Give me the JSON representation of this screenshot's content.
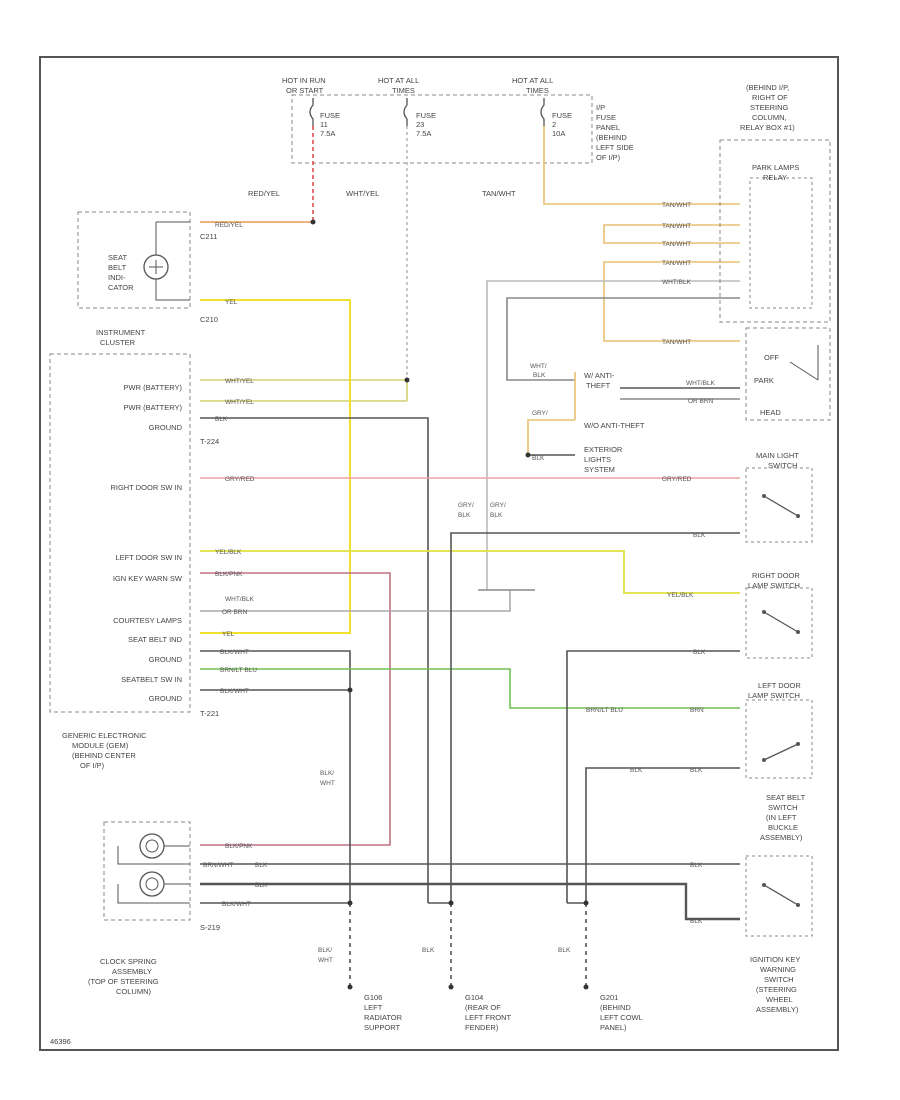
{
  "colors": {
    "frame": "#555555",
    "black": "#555555",
    "red": "#e05050",
    "orange": "#e89a50",
    "yellow": "#f0e030",
    "tan": "#e8c070",
    "pink": "#f0a0a0",
    "lightyellow": "#e0e080",
    "green": "#70c050",
    "purple": "#c07080",
    "gray": "#aaaaaa",
    "blue": "#7777cc"
  },
  "power": {
    "f1": {
      "hot": [
        "HOT IN RUN",
        "OR START"
      ],
      "fuse": [
        "FUSE",
        "11",
        "7.5A"
      ]
    },
    "f2": {
      "hot": [
        "HOT AT ALL",
        "TIMES"
      ],
      "fuse": [
        "FUSE",
        "23",
        "7.5A"
      ]
    },
    "f3": {
      "hot": [
        "HOT AT ALL",
        "TIMES"
      ],
      "fuse": [
        "FUSE",
        "2",
        "10A"
      ]
    },
    "panel": [
      "I/P",
      "FUSE",
      "PANEL",
      "(BEHIND",
      "LEFT SIDE",
      "OF I/P)"
    ],
    "wires": [
      "RED/YEL",
      "WHT/YEL",
      "TAN/WHT"
    ]
  },
  "relay": {
    "location": [
      "(BEHIND I/P,",
      "RIGHT OF",
      "STEERING",
      "COLUMN,",
      "RELAY BOX #1)"
    ],
    "name": [
      "PARK LAMPS",
      "RELAY"
    ],
    "wires": [
      "TAN/WHT",
      "TAN/WHT",
      "TAN/WHT",
      "TAN/WHT",
      "WHT/BLK",
      "TAN/WHT"
    ]
  },
  "indicator": {
    "name": [
      "SEAT",
      "BELT",
      "INDI-",
      "CATOR"
    ],
    "c1": "C211",
    "c2": "C210",
    "w1": "RED/YEL",
    "w2": "YEL"
  },
  "gem": {
    "title": [
      "INSTRUMENT",
      "CLUSTER"
    ],
    "pins": [
      "PWR (BATTERY)",
      "PWR (BATTERY)",
      "GROUND",
      "RIGHT DOOR SW IN",
      "LEFT DOOR SW IN",
      "IGN KEY WARN SW",
      "COURTESY LAMPS",
      "SEAT BELT IND",
      "GROUND",
      "SEATBELT SW IN",
      "GROUND"
    ],
    "conn1": "T-224",
    "conn2": "T-221",
    "wires": [
      "WHT/YEL",
      "WHT/YEL",
      "BLK",
      "GRY/RED",
      "YEL/BLK",
      "BLK/PNK",
      "WHT/BLK",
      "OR BRN",
      "YEL",
      "BLK/WHT",
      "BRN/LT BLU",
      "BLK/WHT"
    ],
    "name": [
      "GENERIC ELECTRONIC",
      "MODULE (GEM)",
      "(BEHIND CENTER",
      "OF I/P)"
    ]
  },
  "center": {
    "wires": [
      "WHT/",
      "BLK",
      "GRY/",
      "BLK",
      "GRY/",
      "BLK",
      "GRY/",
      "BLK"
    ],
    "antitheft": [
      "W/ ANTI-",
      "THEFT",
      "W/O ANTI-THEFT"
    ],
    "exterior": [
      "EXTERIOR",
      "LIGHTS",
      "SYSTEM"
    ]
  },
  "switches": {
    "mainlight": [
      "MAIN LIGHT",
      "SWITCH"
    ],
    "ml_wires": [
      "OFF",
      "PARK",
      "HEAD",
      "WHT/BLK",
      "OR BRN",
      "GRY/RED"
    ],
    "rdoor": [
      "RIGHT DOOR",
      "LAMP SWITCH"
    ],
    "ldoor": [
      "LEFT DOOR",
      "LAMP SWITCH"
    ],
    "seatbelt": [
      "SEAT BELT",
      "SWITCH",
      "(IN LEFT",
      "BUCKLE",
      "ASSEMBLY)"
    ],
    "ignkey": [
      "IGNITION KEY",
      "WARNING",
      "SWITCH",
      "(STEERING",
      "WHEEL",
      "ASSEMBLY)"
    ],
    "wires": [
      "BLK",
      "YEL/BLK",
      "BLK",
      "BRN/LT BLU",
      "BRN",
      "BLK",
      "BLK",
      "BLK",
      "BLK",
      "BLK"
    ]
  },
  "clock": {
    "name": [
      "CLOCK SPRING",
      "ASSEMBLY",
      "(TOP OF STEERING",
      "COLUMN)"
    ],
    "conn": "S-219",
    "wires": [
      "BLK/PNK",
      "BRN/WHT",
      "BLK",
      "BLK",
      "BLK/WHT"
    ]
  },
  "grounds": [
    {
      "id": "G106",
      "lines": [
        "LEFT",
        "RADIATOR",
        "SUPPORT"
      ],
      "wire": [
        "BLK/",
        "WHT"
      ]
    },
    {
      "id": "G104",
      "lines": [
        "(REAR OF",
        "LEFT FRONT",
        "FENDER)"
      ],
      "wire": [
        "BLK"
      ]
    },
    {
      "id": "G201",
      "lines": [
        "(BEHIND",
        "LEFT COWL",
        "PANEL)"
      ],
      "wire": [
        "BLK"
      ]
    }
  ],
  "vertical": {
    "w1": [
      "BLK/",
      "WHT"
    ]
  },
  "footer": "46396"
}
